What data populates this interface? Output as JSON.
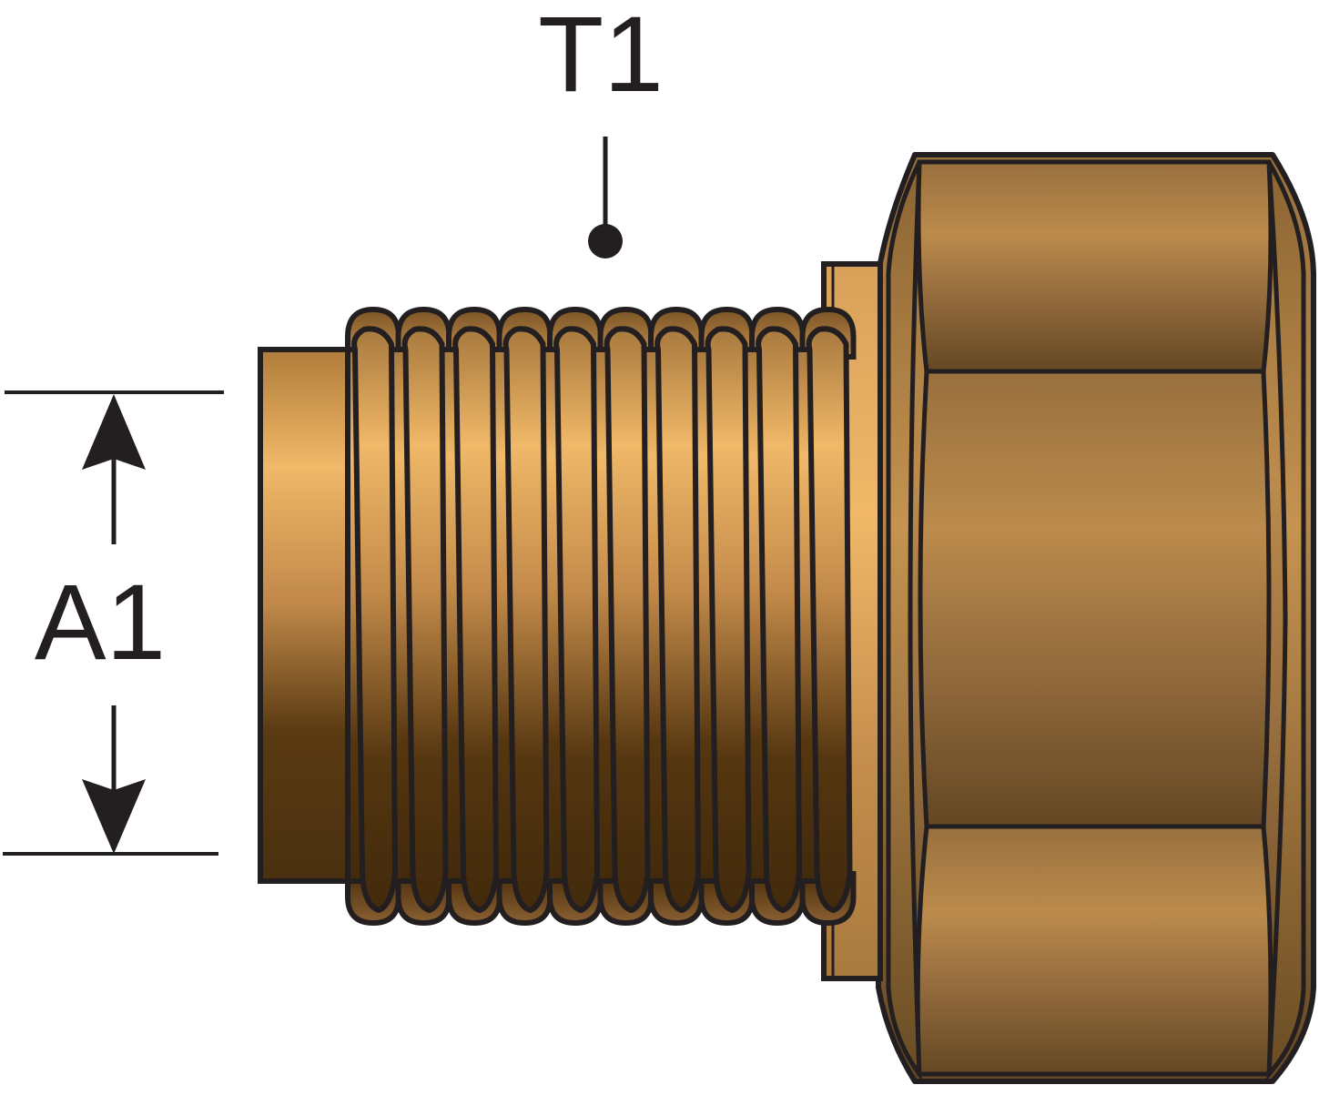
{
  "labels": {
    "thread": "T1",
    "diameter": "A1"
  },
  "colors": {
    "outline": "#231f20",
    "brass_light": "#f0b868",
    "brass_mid": "#c8914e",
    "brass_dark": "#4d3210",
    "hex_top": "#98703e",
    "hex_bottom": "#6a4e24"
  },
  "thread_count": 10
}
